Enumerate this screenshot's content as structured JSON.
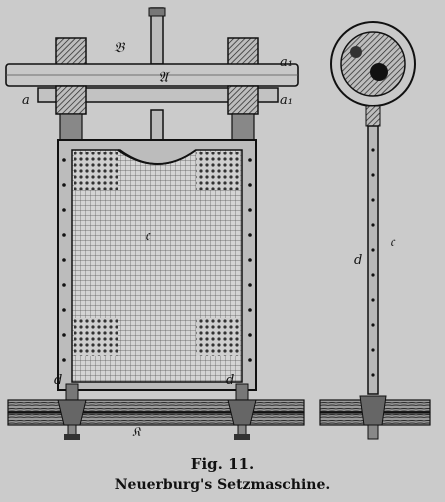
{
  "figure": {
    "number_label": "Fig. 11.",
    "title": "Neuerburg's Setzmaschine.",
    "labels": {
      "b": "𝔅",
      "a_main": "𝔄",
      "a1_top": "a₁",
      "a1_bottom": "a₁",
      "a_left": "a",
      "c_screen": "𝔠",
      "d_left": "d",
      "d_right": "d",
      "k_base": "𝔎",
      "c_side": "𝔠",
      "d_side": "d"
    }
  }
}
